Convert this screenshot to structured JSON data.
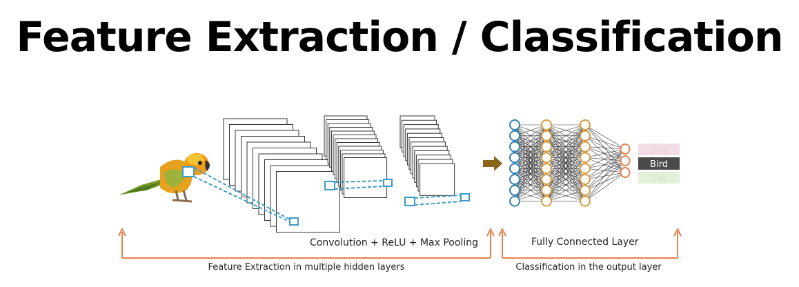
{
  "title": "Feature Extraction / Classification",
  "conv_section": {
    "label": "Convolution + ReLU + Max Pooling",
    "bracket_label": "Feature Extraction in multiple hidden layers"
  },
  "fc_section": {
    "label": "Fully Connected Layer",
    "bracket_label": "Classification in the output layer"
  },
  "outputs": [
    {
      "label": "Dog",
      "active": false
    },
    {
      "label": "Bird",
      "active": true
    },
    {
      "label": "Cat",
      "active": false
    }
  ],
  "network": {
    "layer_sizes": [
      8,
      8,
      8,
      3
    ]
  },
  "colors": {
    "accent_orange": "#e8804a",
    "node_blue": "#2f7fb3",
    "node_orange": "#d99a3e",
    "arrow_brown": "#8a6418",
    "bird_box": "#4a4a4a",
    "dog_box": "#f2dde6",
    "cat_box": "#e3f0da",
    "detail_box": "#3b9bc9"
  }
}
